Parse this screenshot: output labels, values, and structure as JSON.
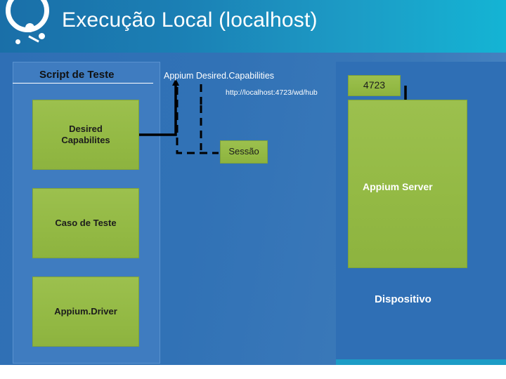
{
  "header": {
    "title": "Execução Local (localhost)",
    "logo_name": "company-logo",
    "gradient_from": "#1a6fa8",
    "gradient_to": "#14b4d4"
  },
  "diagram": {
    "left_column_title": "Script de Teste",
    "boxes": [
      {
        "id": "desired",
        "label": "Desired\nCapabilites",
        "text_line1": "Desired",
        "text_line2": "Capabilites",
        "color": "#94ba46"
      },
      {
        "id": "caso",
        "label": "Caso de Teste",
        "color": "#94ba46"
      },
      {
        "id": "driver",
        "label": "Appium.Driver",
        "color": "#94ba46"
      },
      {
        "id": "sessao",
        "label": "Sessão",
        "color": "#94ba46"
      },
      {
        "id": "port",
        "label": "4723",
        "color": "#94ba46"
      },
      {
        "id": "server",
        "label": "",
        "color": "#94ba46"
      }
    ],
    "labels": {
      "capabilities": "Appium Desired.Capabilities",
      "url": "http://localhost:4723/wd/hub",
      "appium_server": "Appium Server",
      "dispositivo": "Dispositivo"
    },
    "colors": {
      "panel_blue": "#3f7cc0",
      "background_blue": "#3172b6",
      "green": "#94ba46",
      "connector_black": "#000000",
      "accent_cyan": "#1c9cc6"
    }
  }
}
